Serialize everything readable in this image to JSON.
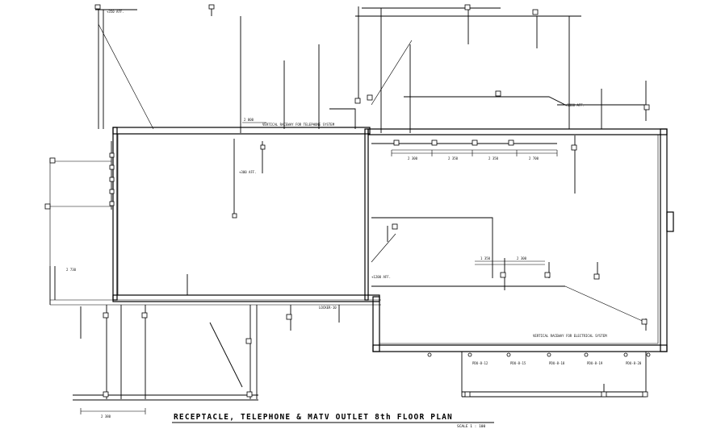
{
  "drawing": {
    "title": "RECEPTACLE, TELEPHONE & MATV OUTLET 8th FLOOR PLAN",
    "scale": "SCALE 1 : 100"
  },
  "labels": {
    "dims": {
      "top_left_run": "2 000",
      "left_dim": "2 730",
      "bottom_left_dim": "2 380",
      "right_row_a": "2 300",
      "right_row_b": "2 350",
      "right_row_c": "2 350",
      "right_row_d": "2 700",
      "mid_row_a": "1 350",
      "mid_row_b": "2 300"
    },
    "notes": {
      "telephone_note": "VERTICAL RACEWAY FOR TELEPHONE SYSTEM",
      "electrical_note": "VERTICAL RACEWAY FOR ELECTRICAL SYSTEM"
    },
    "heights": [
      "+350 AFF.",
      "+1200 AFF.",
      "+300 AFF.",
      "+1000 AFF."
    ],
    "circuits": [
      "LOCKER-10",
      "PDU-8-12",
      "PDU-8-15",
      "PDU-8-18",
      "PDU-8-19",
      "PDU-8-20"
    ]
  }
}
